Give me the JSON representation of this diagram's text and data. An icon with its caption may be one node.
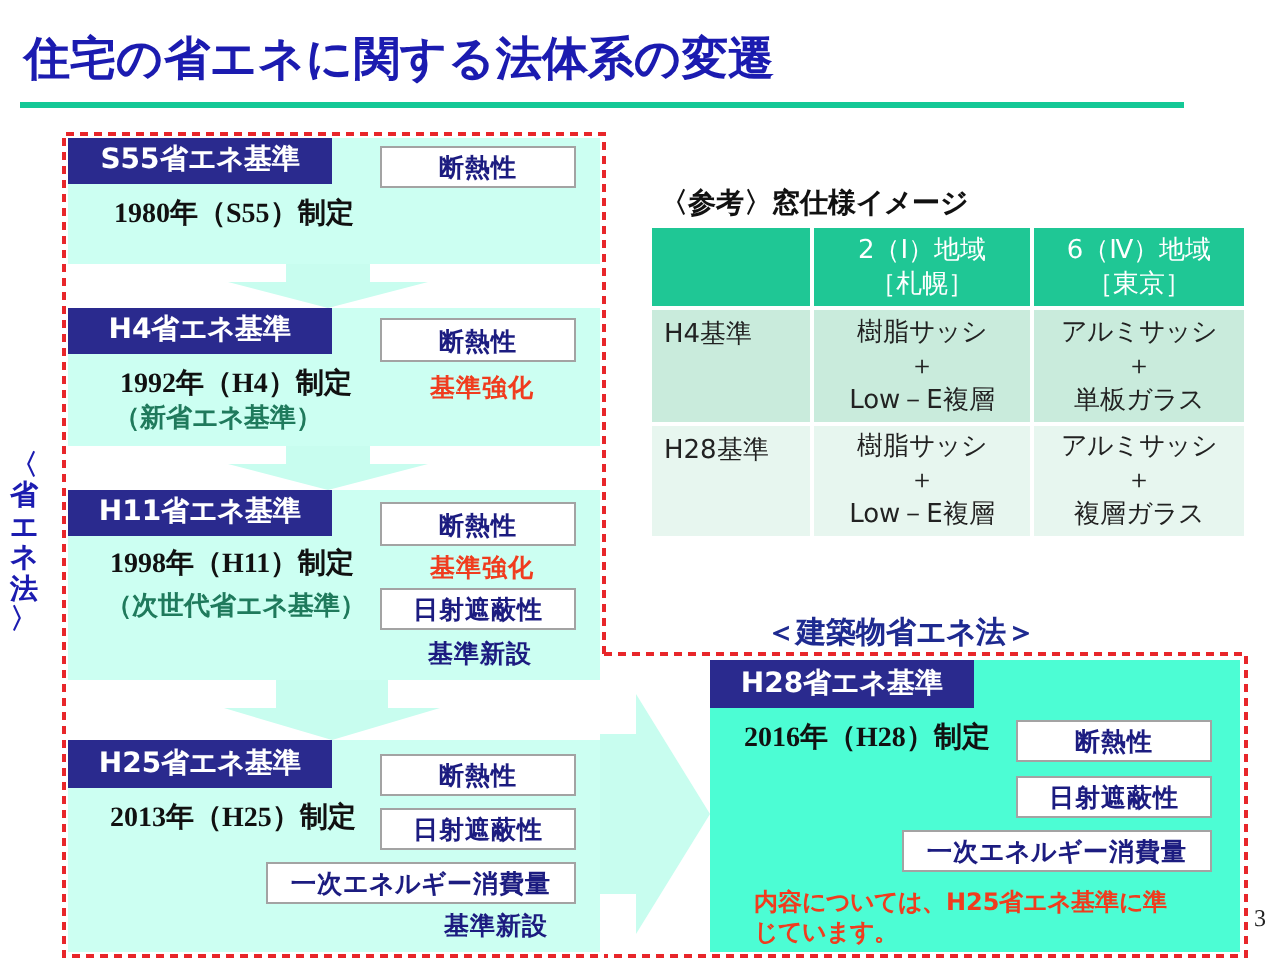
{
  "diagram": {
    "title": "住宅の省エネに関する法体系の変遷",
    "nodes": [
      {
        "text": [
          "〈省エネ法〉"
        ]
      },
      {
        "text": [
          "1980年（S55）制定"
        ],
        "in": 0
      },
      {
        "text": [
          "S55省エネ基準"
        ],
        "in": 1
      },
      {
        "text": [
          "断熱性"
        ],
        "in": 1
      },
      {
        "text": [
          "1992年（H4）制定",
          "（新省エネ基準）"
        ],
        "in": 0
      },
      {
        "text": [
          "H4省エネ基準"
        ],
        "in": 4
      },
      {
        "text": [
          "断熱性"
        ],
        "in": 4,
        "beside": [
          "基準強化"
        ]
      },
      {
        "text": [
          "1998年（H11）制定",
          "（次世代省エネ基準）"
        ],
        "in": 0
      },
      {
        "text": [
          "H11省エネ基準"
        ],
        "in": 7
      },
      {
        "text": [
          "断熱性"
        ],
        "in": 7,
        "beside": [
          "基準強化"
        ]
      },
      {
        "text": [
          "日射遮蔽性"
        ],
        "in": 7,
        "beside": [
          "基準新設"
        ]
      },
      {
        "text": [
          "2013年（H25）制定"
        ],
        "in": 0
      },
      {
        "text": [
          "H25省エネ基準"
        ],
        "in": 11
      },
      {
        "text": [
          "断熱性"
        ],
        "in": 11
      },
      {
        "text": [
          "日射遮蔽性"
        ],
        "in": 11
      },
      {
        "text": [
          "一次エネルギー消費量"
        ],
        "in": 11,
        "beside": [
          "基準新設"
        ]
      },
      {
        "text": [
          "＜建築物省エネ法＞"
        ]
      },
      {
        "text": [
          "2016年（H28）制定",
          "内容については、H25省エネ基準に準じています。"
        ],
        "in": 16
      },
      {
        "text": [
          "H28省エネ基準"
        ],
        "in": 17
      },
      {
        "text": [
          "断熱性"
        ],
        "in": 17
      },
      {
        "text": [
          "日射遮蔽性"
        ],
        "in": 17
      },
      {
        "text": [
          "一次エネルギー消費量"
        ],
        "in": 17
      }
    ],
    "edges": [
      {
        "from": 1,
        "to": 4,
        "arrow": "to"
      },
      {
        "from": 4,
        "to": 7,
        "arrow": "to"
      },
      {
        "from": 7,
        "to": 11,
        "arrow": "to"
      },
      {
        "from": 11,
        "to": 17,
        "arrow": "to"
      }
    ],
    "labels": [
      "〈参考〉窓仕様イメージ",
      "2（Ⅰ）地域［札幌］",
      "6（Ⅳ）地域［東京］",
      "H4基準",
      "樹脂サッシ＋Low－E複層",
      "アルミサッシ＋単板ガラス",
      "H28基準",
      "樹脂サッシ＋Low－E複層",
      "アルミサッシ＋複層ガラス",
      "3"
    ]
  }
}
